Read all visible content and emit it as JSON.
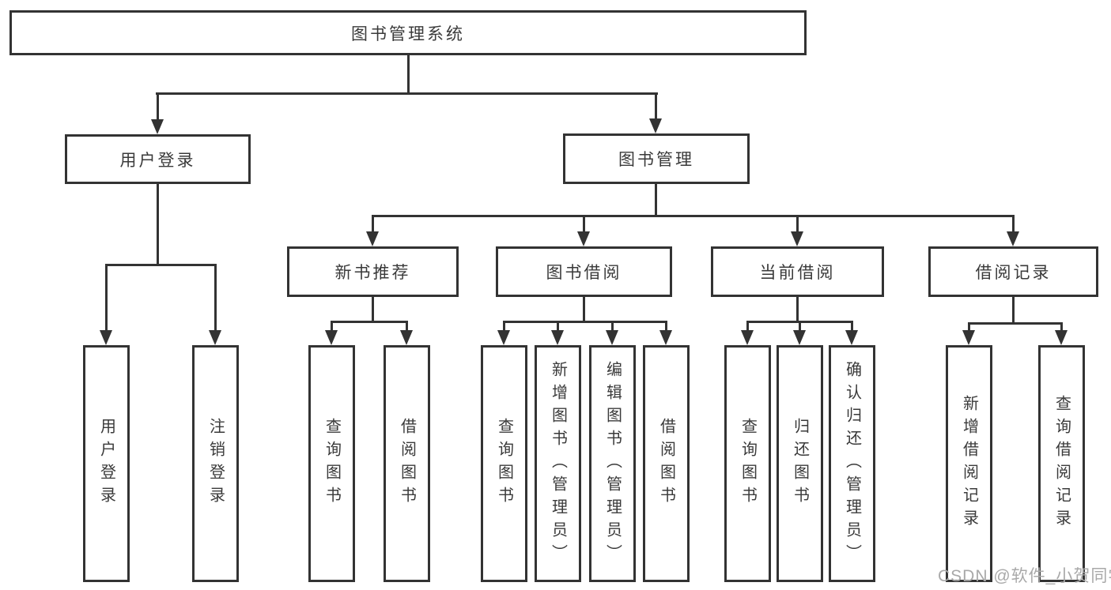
{
  "colors": {
    "line": "#333333",
    "text": "#3a3a3a",
    "watermark": "#a9a9a9",
    "background": "#ffffff"
  },
  "watermark": "CSDN @软件_小贺同学",
  "tree": {
    "root": "图书管理系统",
    "branches": [
      {
        "label": "用户登录",
        "children": [
          {
            "label": "用户登录"
          },
          {
            "label": "注销登录"
          }
        ]
      },
      {
        "label": "图书管理",
        "groups": [
          {
            "label": "新书推荐",
            "children": [
              {
                "label": "查询图书"
              },
              {
                "label": "借阅图书"
              }
            ]
          },
          {
            "label": "图书借阅",
            "children": [
              {
                "label": "查询图书"
              },
              {
                "label": "新增图书（管理员）"
              },
              {
                "label": "编辑图书（管理员）"
              },
              {
                "label": "借阅图书"
              }
            ]
          },
          {
            "label": "当前借阅",
            "children": [
              {
                "label": "查询图书"
              },
              {
                "label": "归还图书"
              },
              {
                "label": "确认归还（管理员）"
              }
            ]
          },
          {
            "label": "借阅记录",
            "children": [
              {
                "label": "新增借阅记录"
              },
              {
                "label": "查询借阅记录"
              }
            ]
          }
        ]
      }
    ]
  }
}
